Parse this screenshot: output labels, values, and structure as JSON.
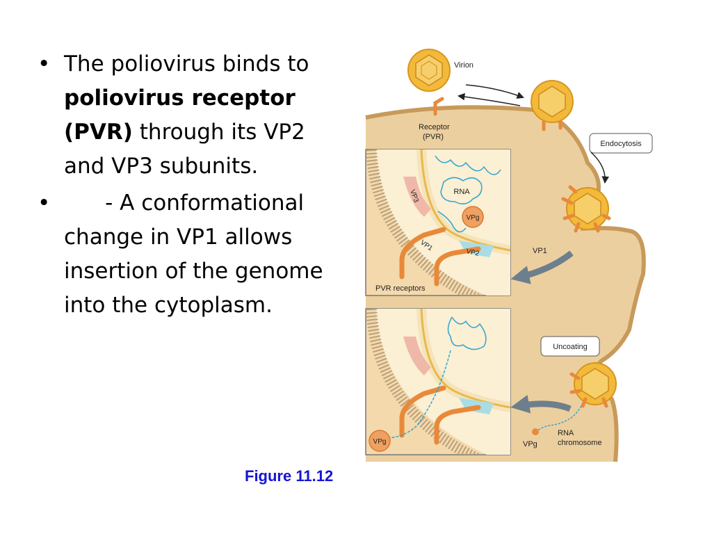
{
  "bullets": [
    {
      "symbol": "•",
      "parts": [
        {
          "text": "The poliovirus binds to ",
          "bold": false
        },
        {
          "text": "poliovirus receptor (PVR)",
          "bold": true
        },
        {
          "text": " through its VP2 and VP3 subunits.",
          "bold": false
        }
      ]
    },
    {
      "symbol": "•",
      "parts": [
        {
          "text": "      - A conformational change in VP1 allows insertion of the genome into the cytoplasm.",
          "bold": false
        }
      ]
    }
  ],
  "figure": {
    "caption": "Figure 11.12",
    "labels": {
      "virion": "Virion",
      "receptor_line1": "Receptor",
      "receptor_line2": "(PVR)",
      "endocytosis": "Endocytosis",
      "vp1_outer": "VP1",
      "uncoating": "Uncoating",
      "rna_inset": "RNA",
      "vpg_inset": "VPg",
      "vp3": "VP3",
      "vp1_inset": "VP1",
      "vp2": "VP2",
      "pvr_receptors": "PVR receptors",
      "vpg_lower": "VPg",
      "vpg_outer": "VPg",
      "rna_chromosome_line1": "RNA",
      "rna_chromosome_line2": "chromosome"
    },
    "colors": {
      "cytoplasm": "#eccf9f",
      "membrane": "#c89a5a",
      "receptor": "#e8893a",
      "virion": "#f2b93a",
      "rna": "#2ea6cf",
      "vp3": "#f0b8a8",
      "vp2": "#a9dde6",
      "arrow": "#6d7f8c",
      "caption": "#1515d6"
    }
  }
}
